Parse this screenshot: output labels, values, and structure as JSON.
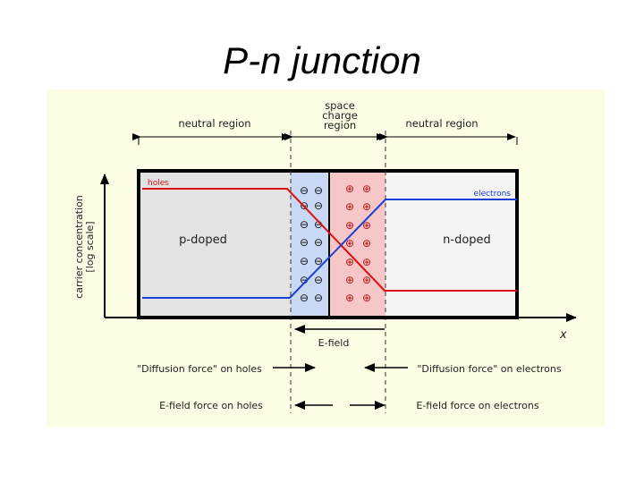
{
  "slide": {
    "title": "P-n junction"
  },
  "diagram": {
    "labels": {
      "neutral_left": "neutral region",
      "space_charge": [
        "space",
        "charge",
        "region"
      ],
      "neutral_right": "neutral region",
      "holes": "holes",
      "electrons": "electrons",
      "p_doped": "p-doped",
      "n_doped": "n-doped",
      "y_axis": [
        "carrier concentration",
        "[log scale]"
      ],
      "x_axis": "x",
      "e_field": "E-field",
      "diffusion_holes": "\"Diffusion force\" on holes",
      "diffusion_electrons": "\"Diffusion force\" on electrons",
      "efield_holes": "E-field force on holes",
      "efield_electrons": "E-field force on electrons"
    },
    "ion_symbols": {
      "negative": "⊖",
      "positive": "⊕"
    },
    "colors": {
      "holes": "#dd1111",
      "electrons": "#1a3fd6",
      "p_region": "#e3e3e3",
      "n_region": "#f4f4f4",
      "depletion_p": "#c8d8f5",
      "depletion_n": "#f7c7c7",
      "panel": "#fdfde6"
    }
  }
}
